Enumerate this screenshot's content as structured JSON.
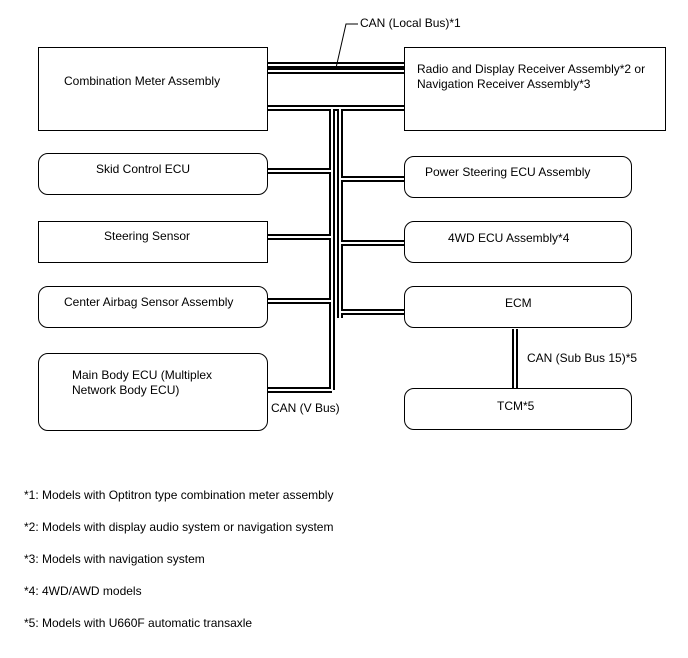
{
  "diagram": {
    "buses": {
      "local": "CAN (Local Bus)*1",
      "v": "CAN (V Bus)",
      "sub15": "CAN (Sub Bus 15)*5"
    },
    "nodes": {
      "combination_meter": "Combination Meter Assembly",
      "radio_line1": "Radio and Display Receiver Assembly*2 or",
      "radio_line2": "Navigation Receiver Assembly*3",
      "skid_control": "Skid Control ECU",
      "power_steering": "Power Steering ECU Assembly",
      "steering_sensor": "Steering Sensor",
      "fourwd_ecu": "4WD ECU Assembly*4",
      "center_airbag": "Center Airbag Sensor Assembly",
      "ecm": "ECM",
      "main_body_line1": "Main Body ECU (Multiplex",
      "main_body_line2": "Network Body ECU)",
      "tcm": "TCM*5"
    }
  },
  "notes": [
    "*1: Models with Optitron type combination meter assembly",
    "*2: Models with display audio system or navigation system",
    "*3: Models with navigation system",
    "*4: 4WD/AWD models",
    "*5: Models with U660F automatic transaxle"
  ]
}
